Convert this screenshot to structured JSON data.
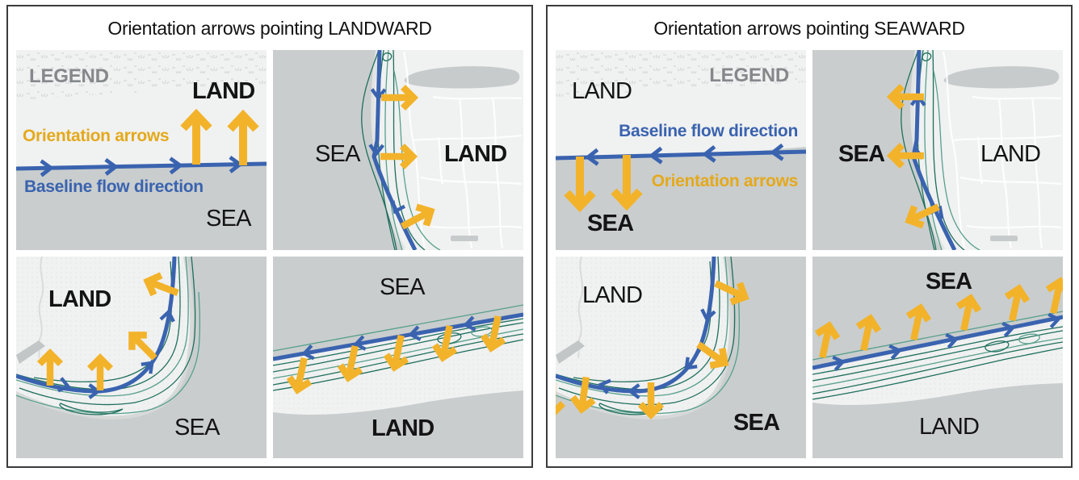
{
  "colors": {
    "yellow": "#F2B32B",
    "yellow_text": "#E4A91C",
    "blue": "#3A63AF",
    "teal_dark": "#1E6F5C",
    "teal_light": "#57A08C",
    "sea": "#C9CDCE",
    "land": "#F0F1F1",
    "pond": "#C7CBCC",
    "legend_gray": "#85888B",
    "panel_border": "#3B3B3B"
  },
  "panels": [
    {
      "title": "Orientation arrows pointing LANDWARD",
      "legend": {
        "heading": "LEGEND",
        "land": "LAND",
        "sea": "SEA",
        "orientation_arrows": "Orientation arrows",
        "baseline_flow": "Baseline flow direction"
      },
      "coast_map": {
        "sea": "SEA",
        "land": "LAND"
      },
      "bay_map": {
        "land": "LAND",
        "sea": "SEA"
      },
      "barrier_map": {
        "sea": "SEA",
        "land": "LAND"
      }
    },
    {
      "title": "Orientation arrows pointing SEAWARD",
      "legend": {
        "heading": "LEGEND",
        "land": "LAND",
        "sea": "SEA",
        "orientation_arrows": "Orientation arrows",
        "baseline_flow": "Baseline flow direction"
      },
      "coast_map": {
        "sea": "SEA",
        "land": "LAND"
      },
      "bay_map": {
        "land": "LAND",
        "sea": "SEA"
      },
      "barrier_map": {
        "sea": "SEA",
        "land": "LAND"
      }
    }
  ]
}
